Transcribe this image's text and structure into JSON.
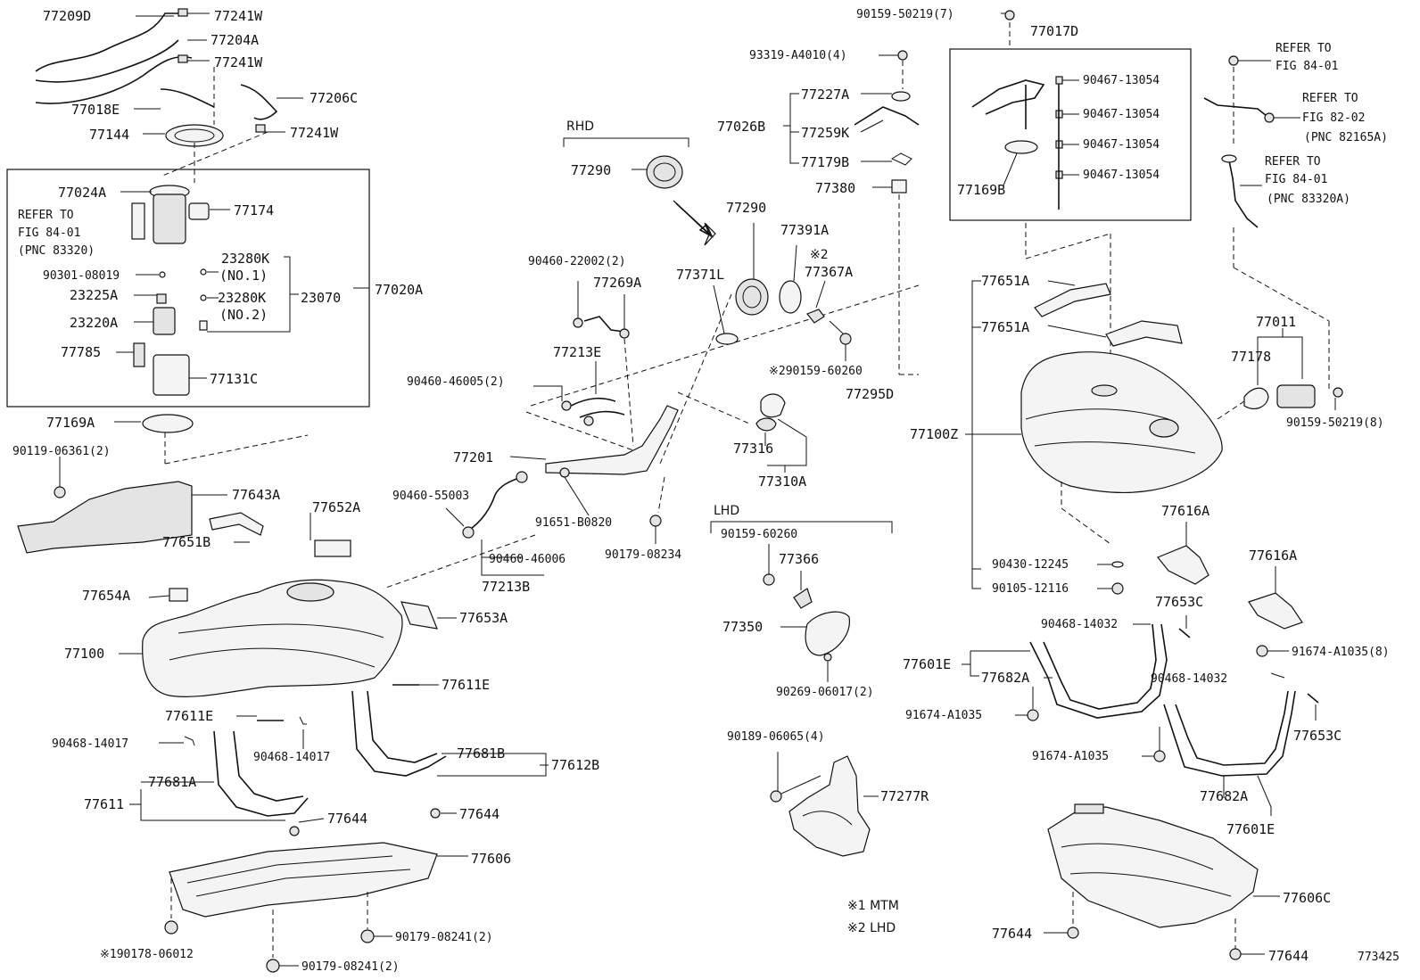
{
  "diagram_id": "773425",
  "notes": {
    "note1": "※1 MTM",
    "note2": "※2 LHD",
    "rhd": "RHD",
    "lhd": "LHD"
  },
  "labels": {
    "p77209D": "77209D",
    "p77241W_a": "77241W",
    "p77204A": "77204A",
    "p77241W_b": "77241W",
    "p77206C": "77206C",
    "p77018E": "77018E",
    "p77144": "77144",
    "p77241W_c": "77241W",
    "p77024A": "77024A",
    "refer1_a": "REFER TO",
    "refer1_b": "FIG 84-01",
    "refer1_c": "(PNC 83320)",
    "p77174": "77174",
    "p23280K_1": "23280K",
    "no1": "(NO.1)",
    "p90301": "90301-08019",
    "p23225A": "23225A",
    "p23280K_2": "23280K",
    "p23070": "23070",
    "p77020A": "77020A",
    "no2": "(NO.2)",
    "p23220A": "23220A",
    "p77785": "77785",
    "p77131C": "77131C",
    "p77169A": "77169A",
    "p90119": "90119-06361(2)",
    "p77643A": "77643A",
    "p77652A": "77652A",
    "p77651B": "77651B",
    "p77654A": "77654A",
    "p77653A": "77653A",
    "p77100": "77100",
    "p77611E_a": "77611E",
    "p77611E_b": "77611E",
    "p90468_14017_a": "90468-14017",
    "p90468_14017_b": "90468-14017",
    "p77681B": "77681B",
    "p77612B": "77612B",
    "p77681A": "77681A",
    "p77611": "77611",
    "p77644_a": "77644",
    "p77644_b": "77644",
    "p77606": "77606",
    "p90178": "※190178-06012",
    "p90179_08241_a": "90179-08241(2)",
    "p90179_08241_b": "90179-08241(2)",
    "p77290_a": "77290",
    "p90460_22002": "90460-22002(2)",
    "p77269A": "77269A",
    "p77213E": "77213E",
    "p90460_46005": "90460-46005(2)",
    "p77201": "77201",
    "p90460_55003": "90460-55003",
    "p90460_46006": "90460-46006",
    "p77213B": "77213B",
    "p91651": "91651-B0820",
    "p90179_08234": "90179-08234",
    "p90159_50219_7": "90159-50219(7)",
    "p93319": "93319-A4010(4)",
    "p77227A": "77227A",
    "p77026B": "77026B",
    "p77259K": "77259K",
    "p77179B": "77179B",
    "p77380": "77380",
    "p77290_b": "77290",
    "p77391A": "77391A",
    "p77371L": "77371L",
    "star2": "※2",
    "p77367A": "77367A",
    "p90159_60260_a": "※290159-60260",
    "p77316": "77316",
    "p77310A": "77310A",
    "p90159_60260_b": "90159-60260",
    "p77366": "77366",
    "p77350": "77350",
    "p90269": "90269-06017(2)",
    "p90189": "90189-06065(4)",
    "p77277R": "77277R",
    "p77017D": "77017D",
    "p90467_a": "90467-13054",
    "p90467_b": "90467-13054",
    "p90467_c": "90467-13054",
    "p90467_d": "90467-13054",
    "p77169B": "77169B",
    "refer2_a": "REFER TO",
    "refer2_b": "FIG 84-01",
    "refer3_a": "REFER TO",
    "refer3_b": "FIG 82-02",
    "refer3_c": "(PNC 82165A)",
    "refer4_a": "REFER TO",
    "refer4_b": "FIG 84-01",
    "refer4_c": "(PNC 83320A)",
    "p77651A_a": "77651A",
    "p77651A_b": "77651A",
    "p77011": "77011",
    "p77178": "77178",
    "p77295D": "77295D",
    "p77100Z": "77100Z",
    "p90159_50219_8": "90159-50219(8)",
    "p77616A_a": "77616A",
    "p77616A_b": "77616A",
    "p90430": "90430-12245",
    "p90105": "90105-12116",
    "p90468_14032_a": "90468-14032",
    "p77653C_a": "77653C",
    "p91674_8": "91674-A1035(8)",
    "p77601E_a": "77601E",
    "p77682A_a": "77682A",
    "p90468_14032_b": "90468-14032",
    "p91674_a": "91674-A1035",
    "p91674_b": "91674-A1035",
    "p77653C_b": "77653C",
    "p77682A_b": "77682A",
    "p77601E_b": "77601E",
    "p77606C": "77606C",
    "p77644_c": "77644",
    "p77644_d": "77644"
  }
}
